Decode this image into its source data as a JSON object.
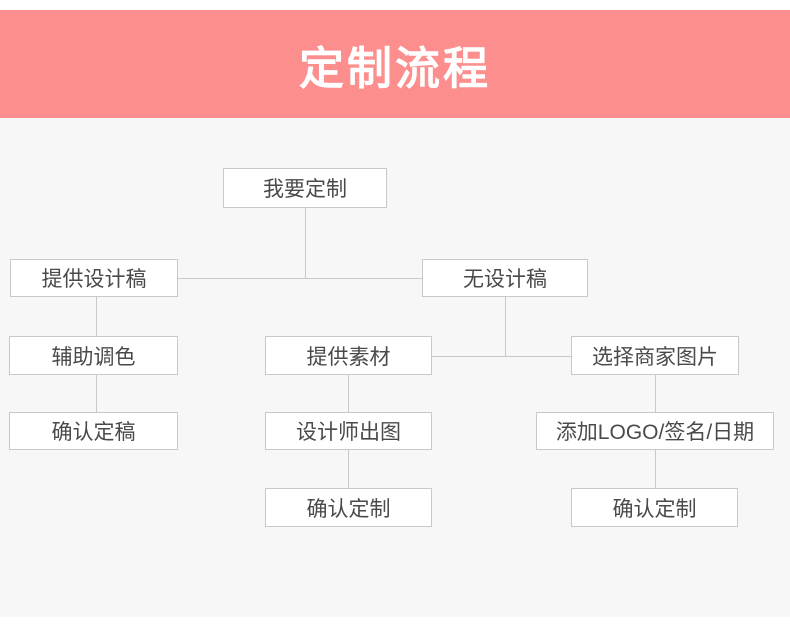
{
  "header": {
    "title": "定制流程",
    "background_color": "#fc8e8e",
    "text_color": "#ffffff"
  },
  "canvas": {
    "background_color": "#f7f7f7",
    "line_color": "#c9c9c9",
    "node_border_color": "#c9c9c9",
    "node_text_color": "#4a4a4a"
  },
  "flowchart": {
    "nodes": [
      {
        "id": "start",
        "label": "我要定制"
      },
      {
        "id": "provide-design-draft",
        "label": "提供设计稿"
      },
      {
        "id": "no-design-draft",
        "label": "无设计稿"
      },
      {
        "id": "assist-coloring",
        "label": "辅助调色"
      },
      {
        "id": "provide-material",
        "label": "提供素材"
      },
      {
        "id": "choose-merchant-image",
        "label": "选择商家图片"
      },
      {
        "id": "confirm-final-draft",
        "label": "确认定稿"
      },
      {
        "id": "designer-output",
        "label": "设计师出图"
      },
      {
        "id": "add-logo-signature-date",
        "label": "添加LOGO/签名/日期"
      },
      {
        "id": "confirm-customization-middle",
        "label": "确认定制"
      },
      {
        "id": "confirm-customization-right",
        "label": "确认定制"
      }
    ],
    "edges": [
      {
        "from": "start",
        "to": "provide-design-draft"
      },
      {
        "from": "start",
        "to": "no-design-draft"
      },
      {
        "from": "provide-design-draft",
        "to": "assist-coloring"
      },
      {
        "from": "assist-coloring",
        "to": "confirm-final-draft"
      },
      {
        "from": "no-design-draft",
        "to": "provide-material"
      },
      {
        "from": "no-design-draft",
        "to": "choose-merchant-image"
      },
      {
        "from": "provide-material",
        "to": "designer-output"
      },
      {
        "from": "designer-output",
        "to": "confirm-customization-middle"
      },
      {
        "from": "choose-merchant-image",
        "to": "add-logo-signature-date"
      },
      {
        "from": "add-logo-signature-date",
        "to": "confirm-customization-right"
      }
    ]
  }
}
